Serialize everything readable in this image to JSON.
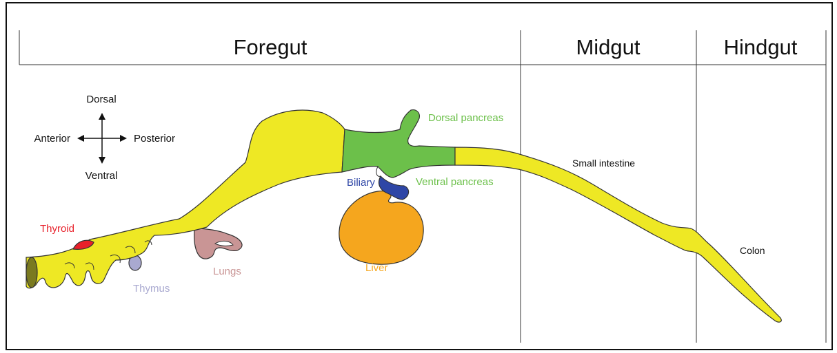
{
  "regions": {
    "foregut": "Foregut",
    "midgut": "Midgut",
    "hindgut": "Hindgut"
  },
  "compass": {
    "dorsal": "Dorsal",
    "ventral": "Ventral",
    "anterior": "Anterior",
    "posterior": "Posterior"
  },
  "organs": {
    "thyroid": "Thyroid",
    "thymus": "Thymus",
    "lungs": "Lungs",
    "liver": "Liver",
    "biliary": "Biliary",
    "dorsal_pancreas": "Dorsal pancreas",
    "ventral_pancreas": "Ventral pancreas",
    "small_intestine": "Small intestine",
    "colon": "Colon"
  },
  "colors": {
    "gut": "#eee824",
    "pancreas": "#6cc04a",
    "liver": "#f5a61e",
    "biliary": "#2e46a6",
    "thyroid": "#e8202a",
    "thymus": "#a9a9d0",
    "lungs": "#c99595",
    "label_red": "#e8202a",
    "label_green": "#6cc04a",
    "label_blue": "#2e46a6",
    "label_orange": "#f5a61e",
    "label_thymus": "#a9a9d0",
    "label_lungs": "#c99595"
  }
}
